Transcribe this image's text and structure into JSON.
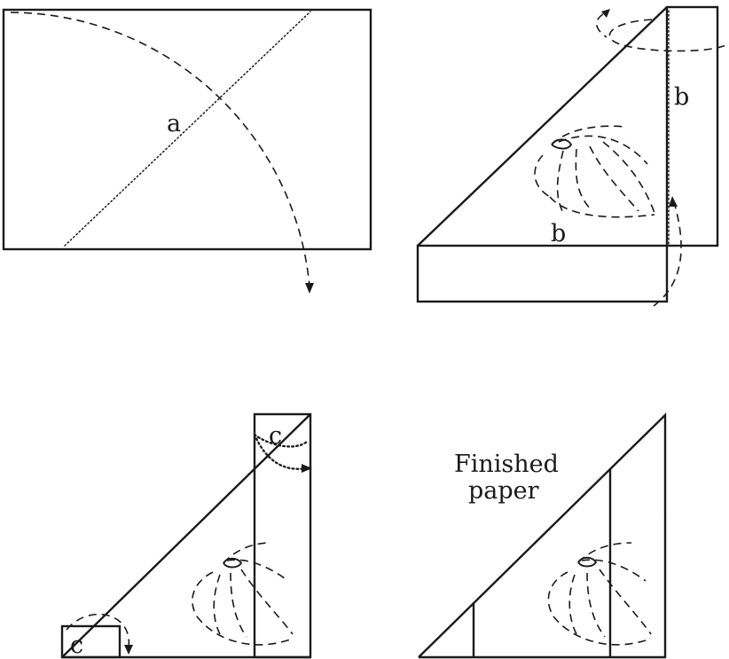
{
  "labels": {
    "fold_a": "a",
    "fold_b_vertical": "b",
    "fold_b_horizontal": "b",
    "fold_c_top": "c",
    "fold_c_bottom": "c"
  },
  "caption": {
    "line1": "Finished",
    "line2": "paper"
  }
}
